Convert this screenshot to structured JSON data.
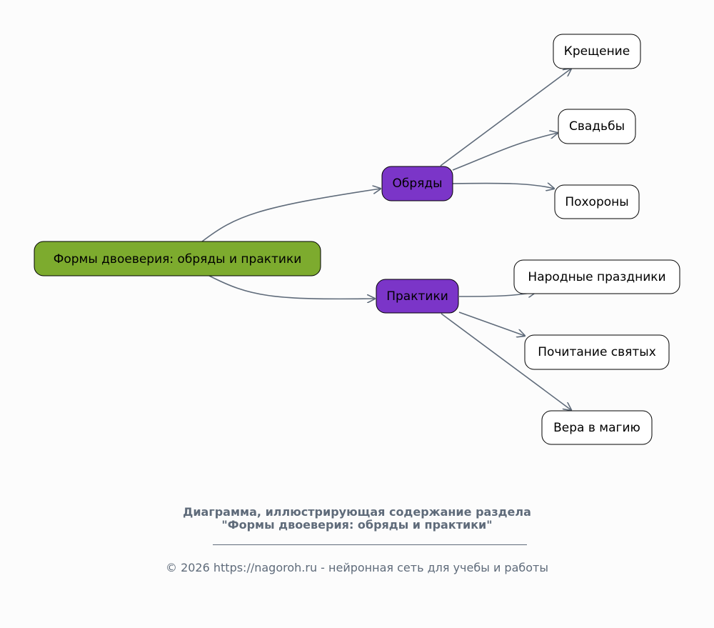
{
  "diagram": {
    "root": {
      "label": "Формы двоеверия: обряды и практики",
      "color": "#7dab2e"
    },
    "branches": [
      {
        "label": "Обряды",
        "color": "#7b35c8",
        "children": [
          "Крещение",
          "Свадьбы",
          "Похороны"
        ]
      },
      {
        "label": "Практики",
        "color": "#7b35c8",
        "children": [
          "Народные праздники",
          "Почитание святых",
          "Вера в магию"
        ]
      }
    ],
    "leaf_color": "#ffffff",
    "edge_color": "#5f6b7a"
  },
  "caption": {
    "line1": "Диаграмма, иллюстрирующая содержание раздела",
    "line2": "\"Формы двоеверия: обряды и практики\"",
    "footer": "© 2026 https://nagoroh.ru - нейронная сеть для учебы и работы"
  }
}
